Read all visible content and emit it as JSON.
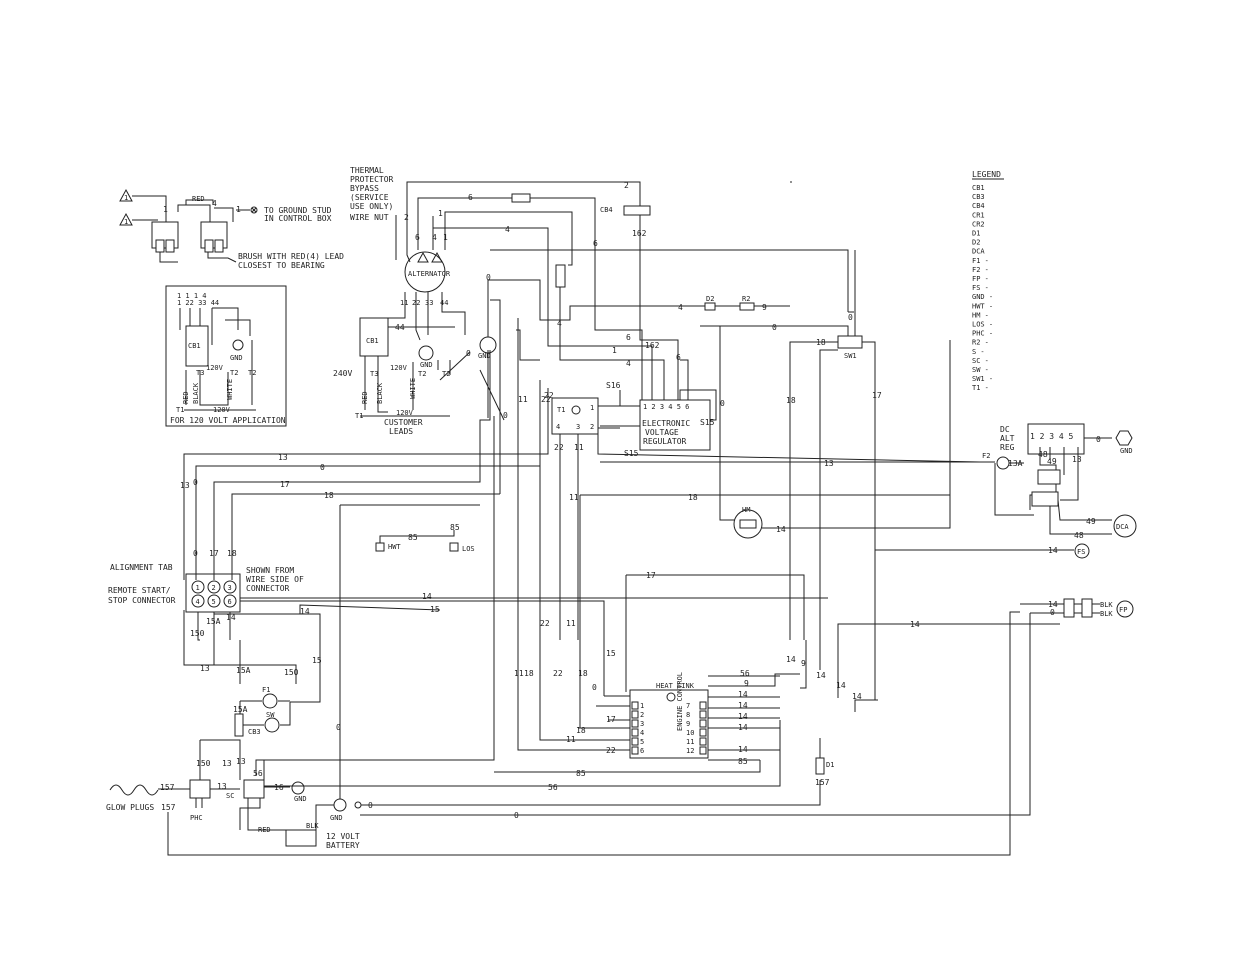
{
  "legend": {
    "title": "LEGEND",
    "items": [
      "CB1",
      "CB3",
      "CB4",
      "CR1",
      "CR2",
      "D1",
      "D2",
      "DCA",
      "F1 -",
      "F2 -",
      "FP -",
      "FS -",
      "GND -",
      "HWT -",
      "HM -",
      "LOS -",
      "PHC -",
      "R2 -",
      "S -",
      "SC -",
      "SW -",
      "SW1 -",
      "T1 -"
    ]
  },
  "notes": {
    "thermal": [
      "THERMAL",
      "PROTECTOR",
      "BYPASS",
      "(SERVICE",
      "USE ONLY)"
    ],
    "wire_nut": "WIRE NUT",
    "ground_stud": [
      "TO GROUND STUD",
      "IN CONTROL BOX"
    ],
    "brush": [
      "BRUSH WITH RED(4) LEAD",
      "CLOSEST TO BEARING"
    ],
    "app_120": "FOR 120 VOLT APPLICATION",
    "customer_leads": [
      "CUSTOMER",
      "LEADS"
    ],
    "alignment_tab": "ALIGNMENT TAB",
    "remote": [
      "REMOTE START/",
      "STOP CONNECTOR"
    ],
    "shown_from": [
      "SHOWN FROM",
      "WIRE SIDE OF",
      "CONNECTOR"
    ],
    "battery": [
      "12 VOLT",
      "BATTERY"
    ],
    "glow_plugs": "GLOW PLUGS",
    "evr": [
      "ELECTRONIC",
      "VOLTAGE",
      "REGULATOR"
    ],
    "heat_sink": "HEAT SINK",
    "dc_alt_reg": [
      "DC",
      "ALT",
      "REG"
    ]
  },
  "components": {
    "alternator": "ALTERNATOR",
    "cb1": "CB1",
    "cb3": "CB3",
    "cb4": "CB4",
    "sw1": "SW1",
    "hm": "HM",
    "hwt": "HWT",
    "los": "LOS",
    "f1": "F1",
    "f2": "F2",
    "sw": "SW",
    "phc": "PHC",
    "sc": "SC",
    "d1": "D1",
    "d2": "D2",
    "r2": "R2",
    "t1": "T1",
    "dca": "DCA",
    "fs": "FS",
    "fp": "FP",
    "gnd": "GND",
    "red": "RED",
    "black": "BLACK",
    "white": "WHITE",
    "blk": "BLK",
    "v240": "240V",
    "v120": "120V",
    "s16": "S16",
    "s15": "S15"
  },
  "terminals": {
    "evr": "1 2 3 4 5 6",
    "dc_reg": "1 2 3 4 5",
    "connector": [
      "1",
      "2",
      "3",
      "4",
      "5",
      "6"
    ],
    "ecb_left": [
      "1",
      "2",
      "3",
      "4",
      "5",
      "6"
    ],
    "ecb_right": [
      "7",
      "8",
      "9",
      "10",
      "11",
      "12"
    ]
  }
}
